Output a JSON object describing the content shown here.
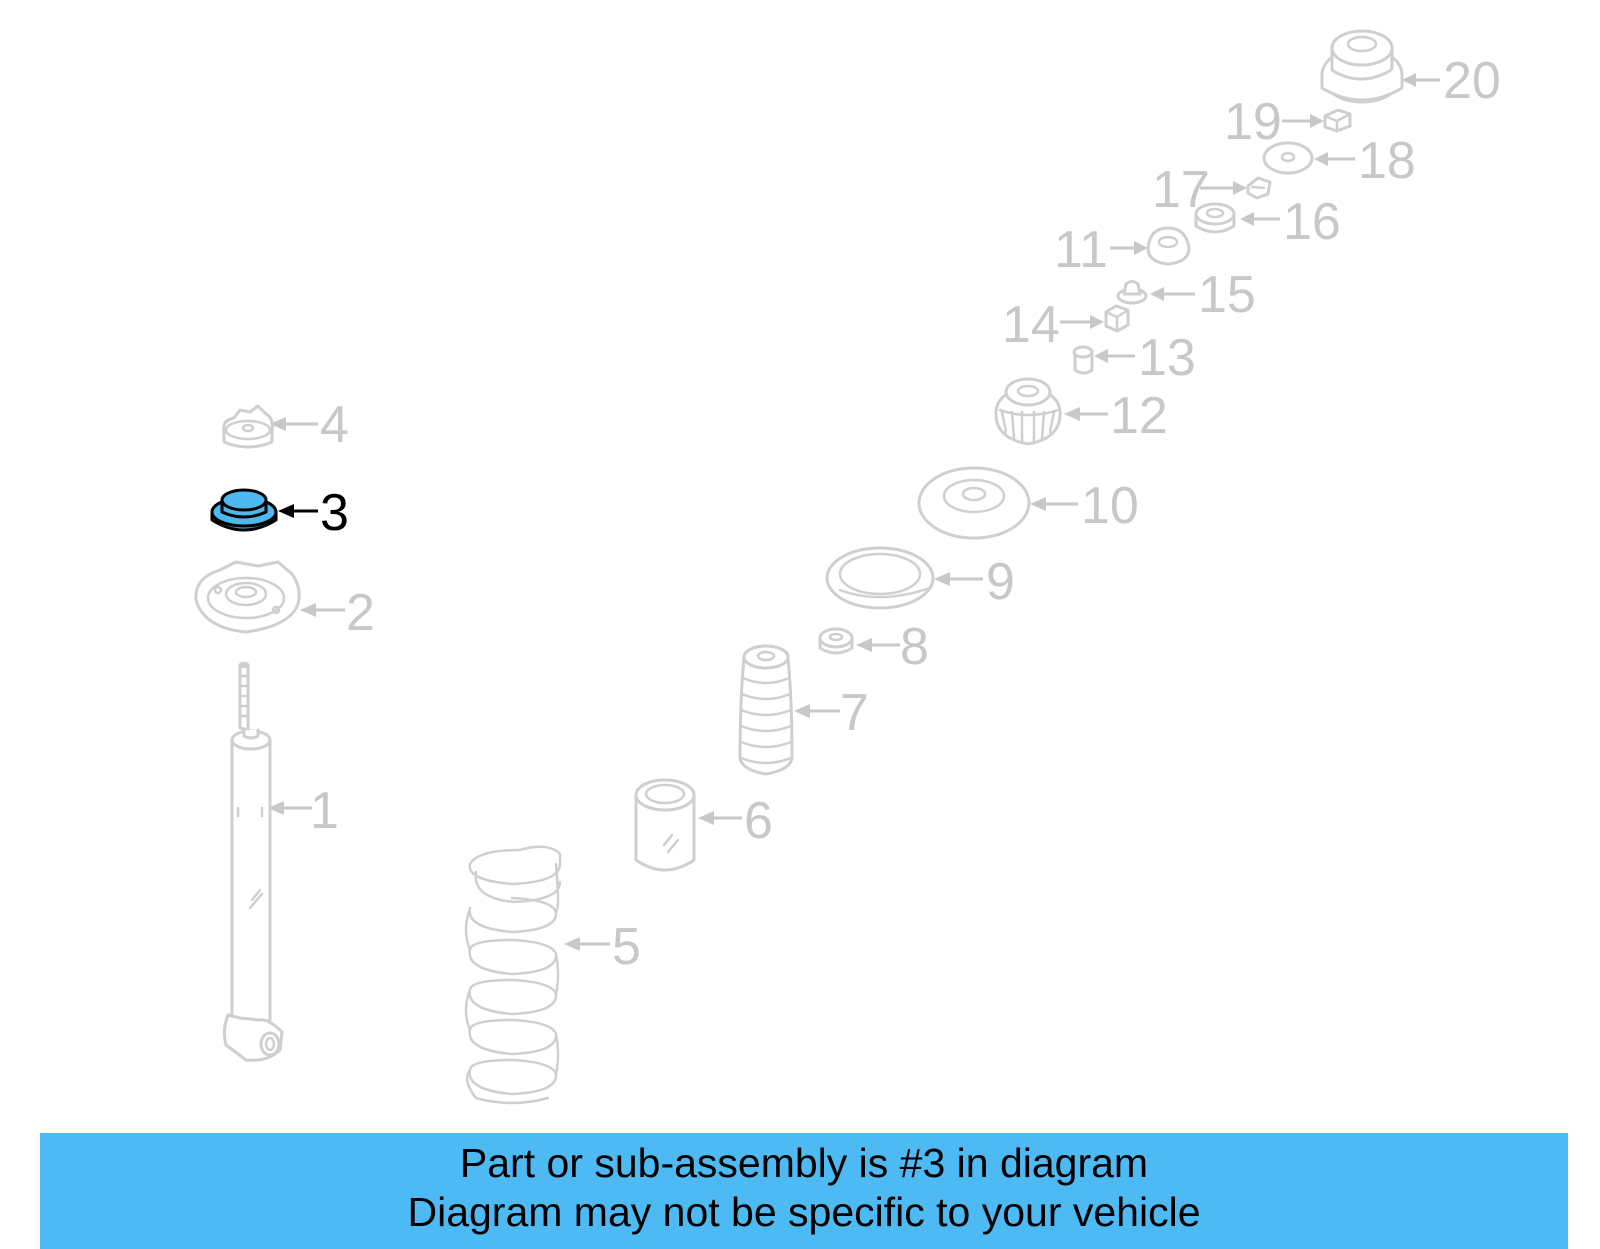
{
  "diagram": {
    "highlighted_part": "3",
    "highlight_color": "#4db8ef",
    "callouts": [
      "1",
      "2",
      "3",
      "4",
      "5",
      "6",
      "7",
      "8",
      "9",
      "10",
      "11",
      "12",
      "13",
      "14",
      "15",
      "16",
      "17",
      "18",
      "19",
      "20"
    ]
  },
  "banner": {
    "line1": "Part or sub-assembly is #3 in diagram",
    "line2": "Diagram may not be specific to your vehicle",
    "background_color": "#4dbaf3"
  }
}
